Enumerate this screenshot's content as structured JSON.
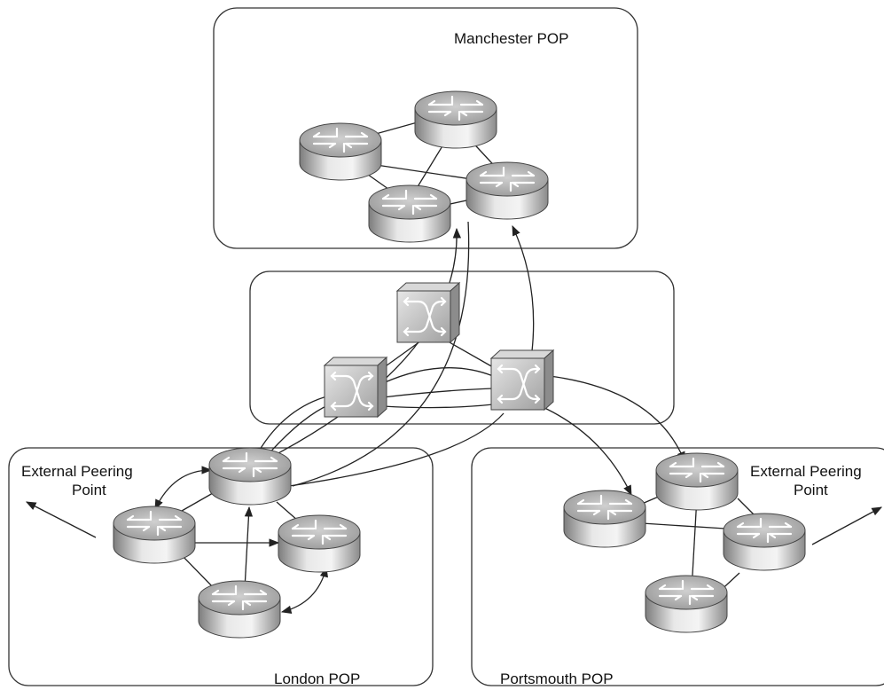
{
  "labels": {
    "manchester": "Manchester POP",
    "london": "London POP",
    "portsmouth": "Portsmouth POP",
    "peering_left_line1": "External Peering",
    "peering_left_line2": "Point",
    "peering_right_line1": "External Peering",
    "peering_right_line2": "Point"
  },
  "icons": {
    "router": "router-icon",
    "switch": "atm-switch-icon"
  },
  "colors": {
    "line": "#222222",
    "box_border": "#333333",
    "device_light": "#f2f2f2",
    "device_dark": "#8a8a8a"
  }
}
